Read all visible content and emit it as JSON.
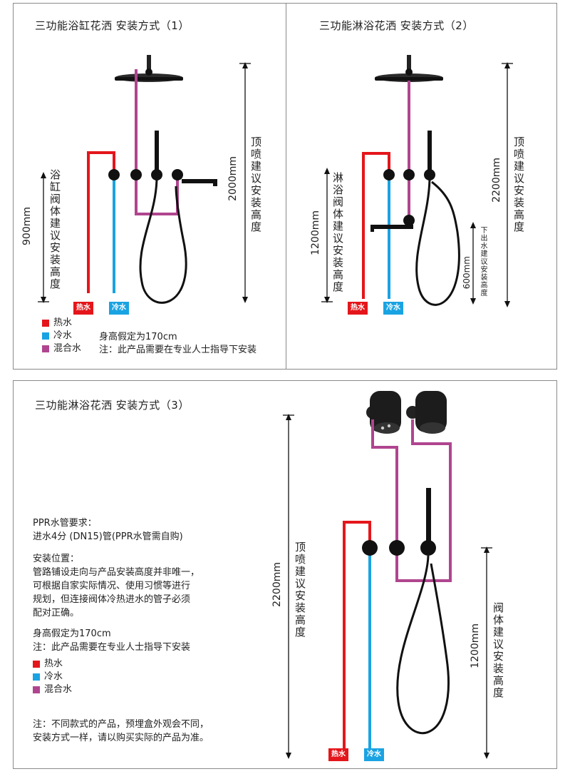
{
  "colors": {
    "hot": "#e4161b",
    "cold": "#1aa3e2",
    "mixed": "#b0458f"
  },
  "legend": {
    "hot": "热水",
    "cold": "冷水",
    "mixed": "混合水"
  },
  "tags": {
    "hot": "热水",
    "cold": "冷水"
  },
  "panel1": {
    "title": "三功能浴缸花洒 安装方式（1）",
    "left_label": "浴缸阀体建议安装高度",
    "left_dim": "900mm",
    "right_label": "顶喷建议安装高度",
    "right_dim": "2000mm",
    "height_note": "身高假定为170cm",
    "install_note": "注：此产品需要在专业人士指导下安装"
  },
  "panel2": {
    "title": "三功能淋浴花洒 安装方式（2）",
    "left_label": "淋浴阀体建议安装高度",
    "left_dim": "1200mm",
    "outlet_label": "下出水建议安装高度",
    "outlet_dim": "600mm",
    "right_label": "顶喷建议安装高度",
    "right_dim": "2200mm"
  },
  "panel3": {
    "title": "三功能淋浴花洒 安装方式（3）",
    "ppr_heading": "PPR水管要求：",
    "ppr_text": "进水4分 (DN15)管(PPR水管需自购)",
    "pos_heading": "安装位置：",
    "pos_text": "管路铺设走向与产品安装高度并非唯一，\n可根据自家实际情况、使用习惯等进行\n规划，但连接阀体冷热进水的管子必须\n配对正确。",
    "height_note": "身高假定为170cm",
    "install_note": "注：此产品需要在专业人士指导下安装",
    "footer_note": "注：不同款式的产品，预埋盒外观会不同，\n安装方式一样，请以购买实际的产品为准。",
    "left_label": "顶喷建议安装高度",
    "left_dim": "2200mm",
    "right_label": "阀体建议安装高度",
    "right_dim": "1200mm"
  }
}
